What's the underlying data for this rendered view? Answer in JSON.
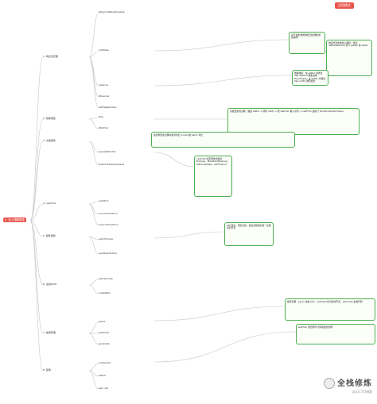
{
  "badge": "试用模式",
  "root_label": "4. 深入理解原理",
  "watermark": {
    "title": "全栈修炼",
    "subtitle": "@51CTO博客"
  },
  "branches": [
    "1. 响应式原理",
    "2. 依赖收集",
    "3. 派发更新",
    "4. nextTick",
    "5. 组件更新",
    "6. 虚拟DOM",
    "7. 编译原理",
    "8. 其他"
  ],
  "notes": [
    "关于对象/数组响应式处理的补充说明",
    "响应式对象的核心逻辑：通过 defineReactive 定义 getter 和 setter",
    "依赖收集：在 getter 中通过 dep.depend 收集当前 Dep.target，在 setter 中通过 dep.notify 通知更新",
    "派发更新的过程：触发 setter → 调用 notify → 把 watcher 推入队列 → nextTick 后执行 flushSchedulerQueue",
    "在组件更新过程中会对新旧 vnode 做 patch 对比",
    "nextTick 的实现依次尝试 Promise、MutationObserver、setImmediate、setTimeout",
    "diff 算法：同层比较，通过双端指针逐一比较新旧节点",
    "编译过程：parse 生成 AST，optimize 标记静态节点，generate 生成代码",
    "watcher 的回调与计算属性的处理"
  ],
  "leaves": [
    "Object.defineProperty",
    "initState",
    "observe",
    "Observer",
    "defineReactive",
    "Dep",
    "Watcher",
    "queueWatcher",
    "flushSchedulerQueue",
    "nextTick",
    "microTimerFunc",
    "macroTimerFunc",
    "patchVnode",
    "updateChildren",
    "sameVnode",
    "createElm",
    "parse",
    "optimize",
    "generate",
    "computed",
    "watch",
    "set / del"
  ],
  "colors": {
    "root": "#e8554e",
    "edge": "#c6c6c6",
    "note_border": "#4caf50"
  }
}
